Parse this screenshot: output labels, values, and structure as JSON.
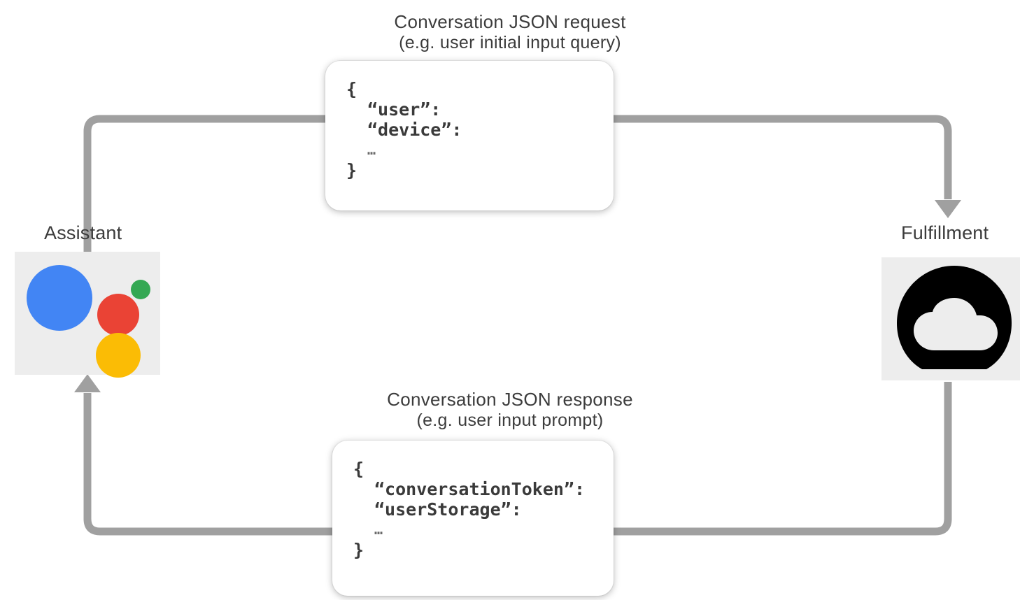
{
  "diagram": {
    "title": "Conversation JSON request/response flow",
    "colors": {
      "background": "#ffffff",
      "tile_background": "#ededed",
      "arrow": "#a0a0a0",
      "text": "#3c3c3c",
      "code_text": "#3a3a3a",
      "assistant_blue": "#4285f4",
      "assistant_red": "#ea4335",
      "assistant_green": "#34a853",
      "assistant_yellow": "#fbbc05"
    }
  },
  "request_flow": {
    "label_line1": "Conversation JSON request",
    "label_line2": "(e.g. user initial input query)",
    "direction": "assistant-to-fulfillment",
    "json": {
      "open_brace": "{",
      "keys": [
        "“user”:",
        "“device”:"
      ],
      "ellipsis": "…",
      "close_brace": "}"
    }
  },
  "response_flow": {
    "label_line1": "Conversation JSON response",
    "label_line2": "(e.g. user input prompt)",
    "direction": "fulfillment-to-assistant",
    "json": {
      "open_brace": "{",
      "keys": [
        "“conversationToken”:",
        "“userStorage”:"
      ],
      "ellipsis": "…",
      "close_brace": "}"
    }
  },
  "endpoints": {
    "assistant": {
      "label": "Assistant",
      "icon": "google-assistant-icon"
    },
    "fulfillment": {
      "label": "Fulfillment",
      "icon": "cloud-functions-icon"
    }
  }
}
